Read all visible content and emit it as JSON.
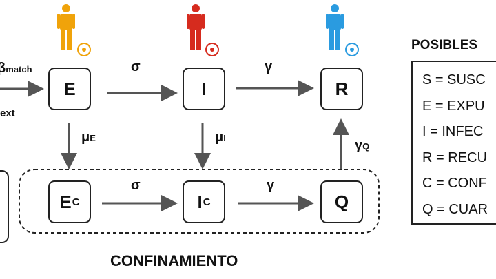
{
  "compartments": {
    "E": {
      "main": "E",
      "sub": ""
    },
    "I": {
      "main": "I",
      "sub": ""
    },
    "R": {
      "main": "R",
      "sub": ""
    },
    "Ec": {
      "main": "E",
      "sub": "C"
    },
    "Ic": {
      "main": "I",
      "sub": "C"
    },
    "Q": {
      "main": "Q",
      "sub": ""
    }
  },
  "rates": {
    "beta_match": {
      "symbol": "β",
      "sub": "match"
    },
    "beta_ext": {
      "symbol": "",
      "sub": "ext"
    },
    "sigma_top": "σ",
    "gamma_top": "γ",
    "mu_E": {
      "symbol": "μ",
      "sub": "E"
    },
    "mu_I": {
      "symbol": "μ",
      "sub": "I"
    },
    "gamma_Q": {
      "symbol": "γ",
      "sub": "Q"
    },
    "sigma_bottom": "σ",
    "gamma_bottom": "γ"
  },
  "confinement_label": "CONFINAMIENTO",
  "legend": {
    "title": "POSIBLES",
    "items": [
      "S = SUSC",
      "E = EXPU",
      "I = INFEC",
      "R = RECU",
      "C = CONF",
      "Q = CUAR"
    ]
  },
  "colors": {
    "exposed": "#f0a30a",
    "infected": "#d62b1e",
    "recovered": "#2a9be0"
  }
}
